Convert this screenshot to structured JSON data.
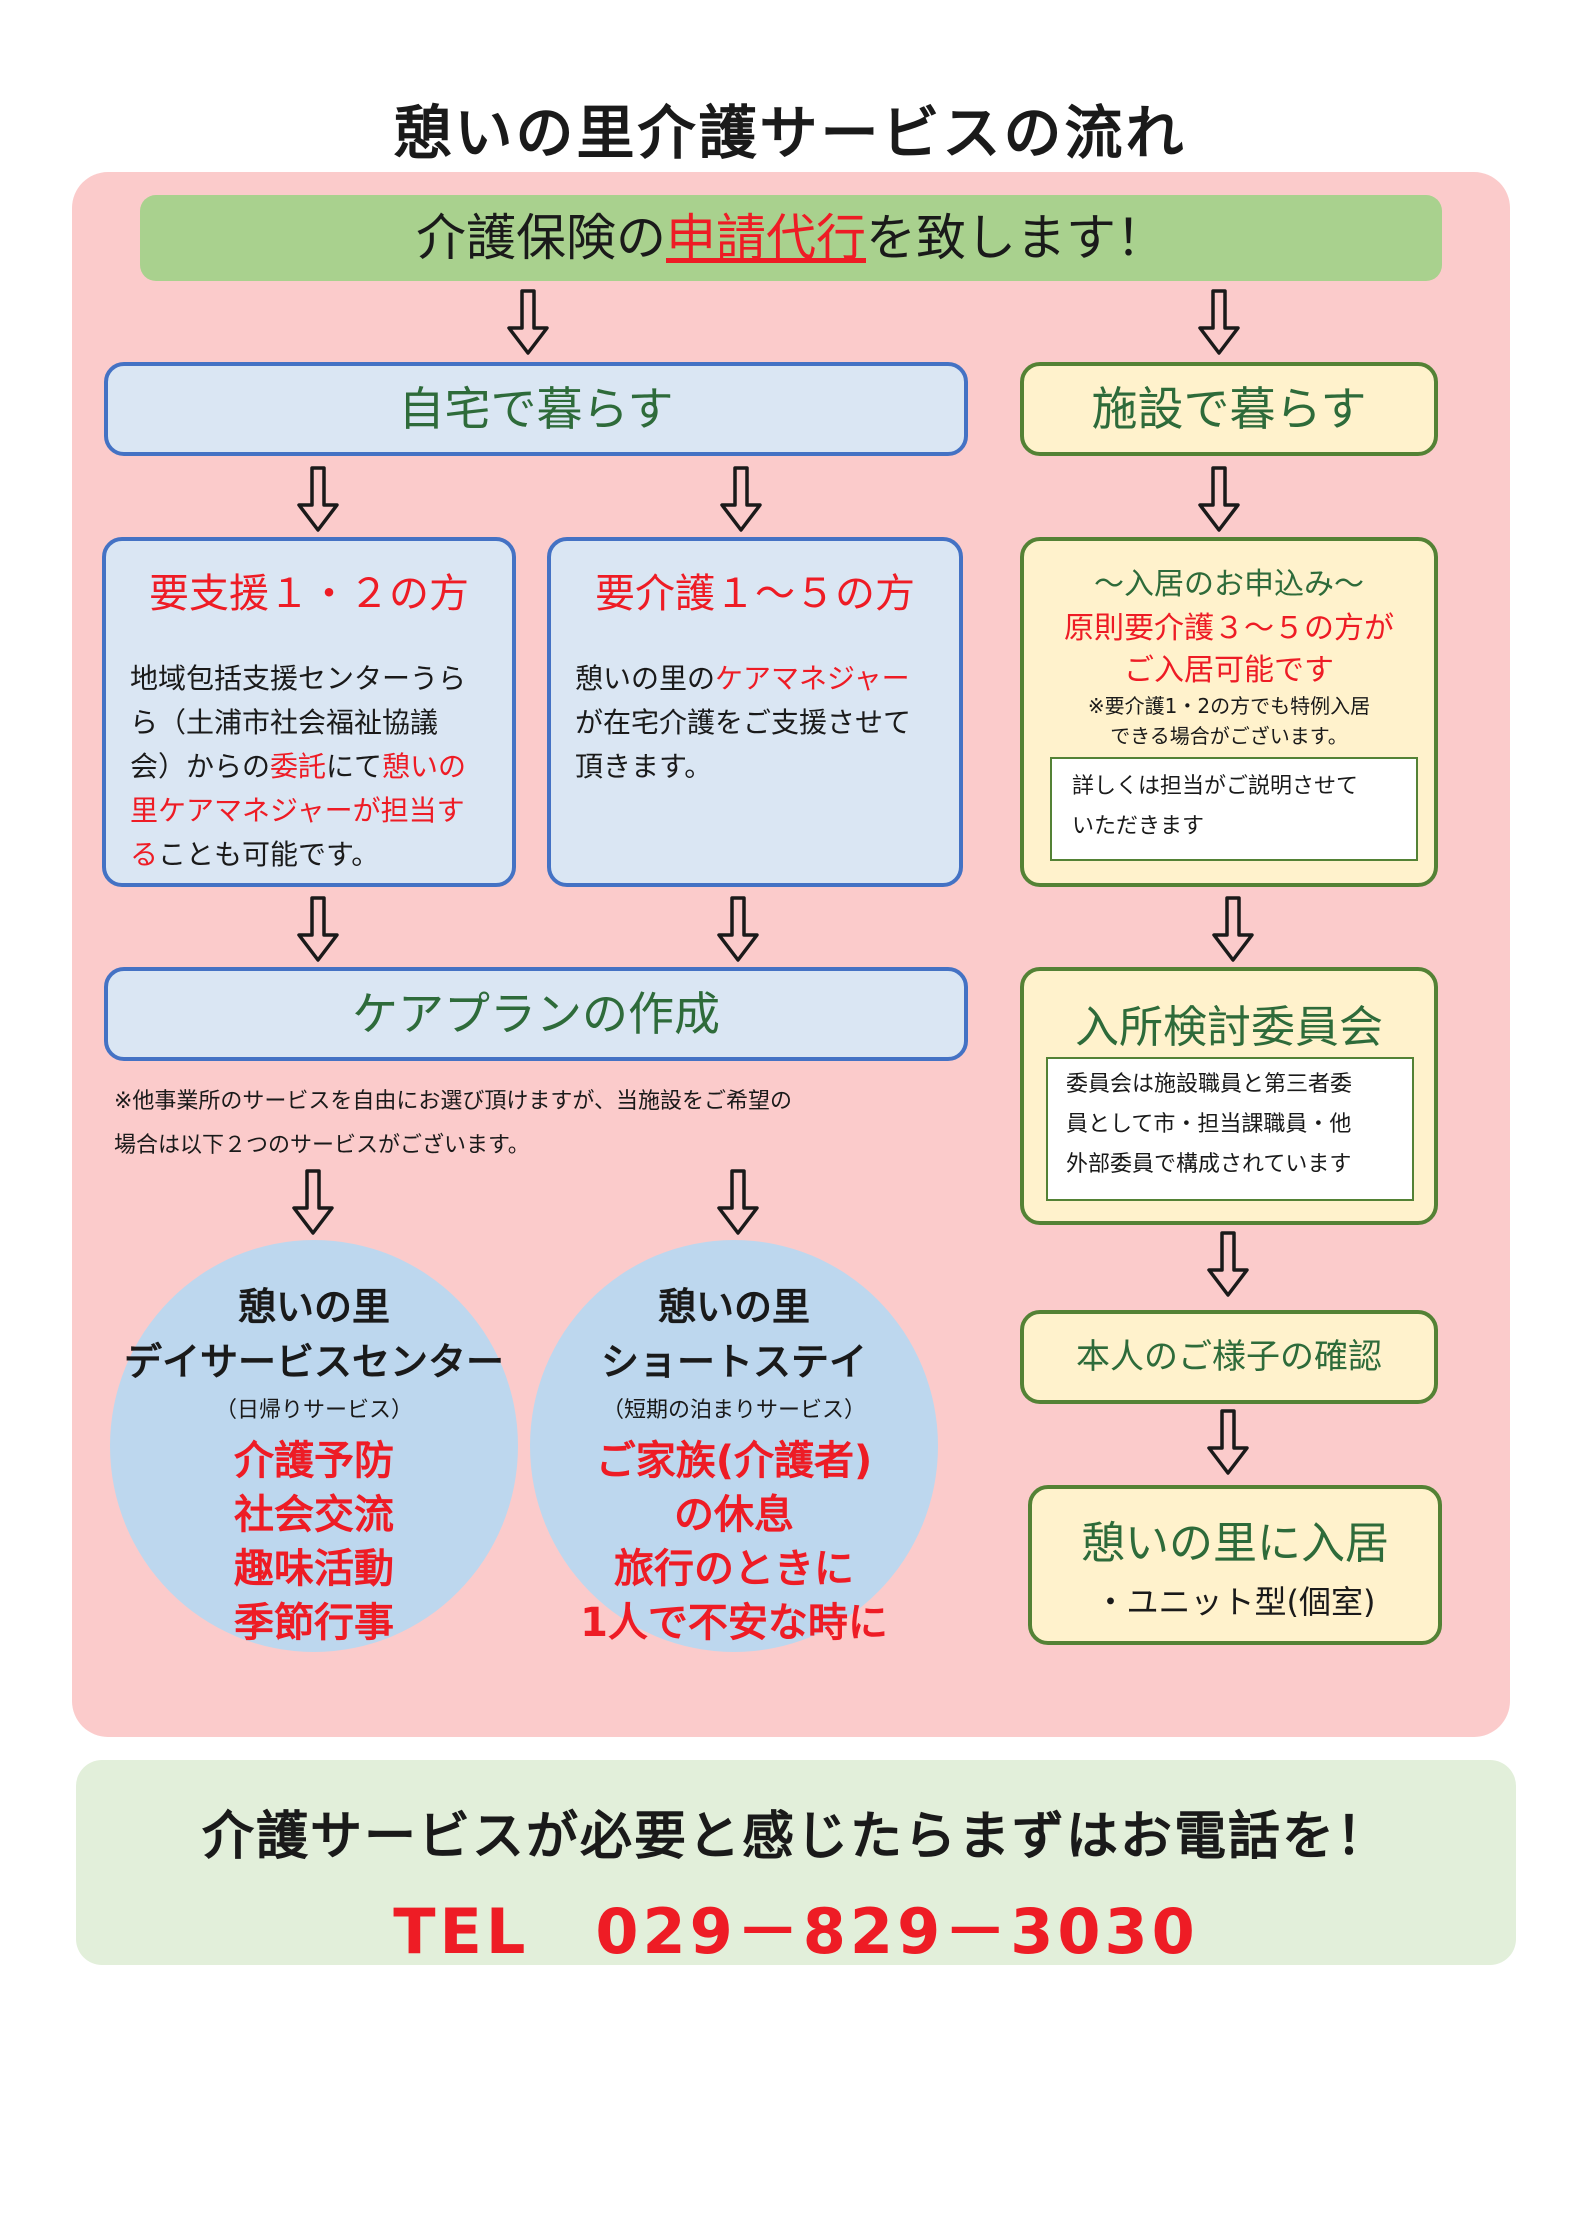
{
  "title": "憩いの里介護サービスの流れ",
  "banner": {
    "prefix": "介護保険の",
    "highlight": "申請代行",
    "suffix": "を致します！"
  },
  "home": {
    "title": "自宅で暮らす",
    "support": {
      "title": "要支援１・２の方",
      "t1": "地域包括支援センターうら",
      "t2": "ら（土浦市社会福祉協議",
      "t3a": "会）からの",
      "t3b": "委託",
      "t3c": "にて",
      "t3d": "憩いの",
      "t4": "里ケアマネジャーが担当す",
      "t5a": "る",
      "t5b": "ことも可能です。"
    },
    "care": {
      "title": "要介護１～５の方",
      "t1a": "憩いの里の",
      "t1b": "ケアマネジャー",
      "t2": "が在宅介護をご支援させて",
      "t3": "頂きます。"
    },
    "careplan": "ケアプランの作成",
    "note1": "※他事業所のサービスを自由にお選び頂けますが、当施設をご希望の",
    "note2": "場合は以下２つのサービスがございます。",
    "day": {
      "title1": "憩いの里",
      "title2": "デイサービスセンター",
      "sub": "（日帰りサービス）",
      "items": [
        "介護予防",
        "社会交流",
        "趣味活動",
        "季節行事"
      ]
    },
    "short": {
      "title1": "憩いの里",
      "title2": "ショートステイ",
      "sub": "（短期の泊まりサービス）",
      "items": [
        "ご家族(介護者)",
        "の休息",
        "旅行のときに",
        "1人で不安な時に"
      ]
    }
  },
  "facility": {
    "title": "施設で暮らす",
    "apply": {
      "title": "～入居のお申込み～",
      "red1": "原則要介護３～５の方が",
      "red2": "ご入居可能です",
      "n1": "※要介護1・2の方でも特例入居",
      "n2": "できる場合がございます。",
      "w1": "詳しくは担当がご説明させて",
      "w2": "いただきます"
    },
    "committee": {
      "title": "入所検討委員会",
      "w1": "委員会は施設職員と第三者委",
      "w2": "員として市・担当課職員・他",
      "w3": "外部委員で構成されています"
    },
    "confirm": "本人のご様子の確認",
    "move": {
      "title": "憩いの里に入居",
      "sub": "・ユニット型(個室)"
    }
  },
  "footer": {
    "line1": "介護サービスが必要と感じたらまずはお電話を！",
    "tel": "TEL　029－829－3030"
  }
}
